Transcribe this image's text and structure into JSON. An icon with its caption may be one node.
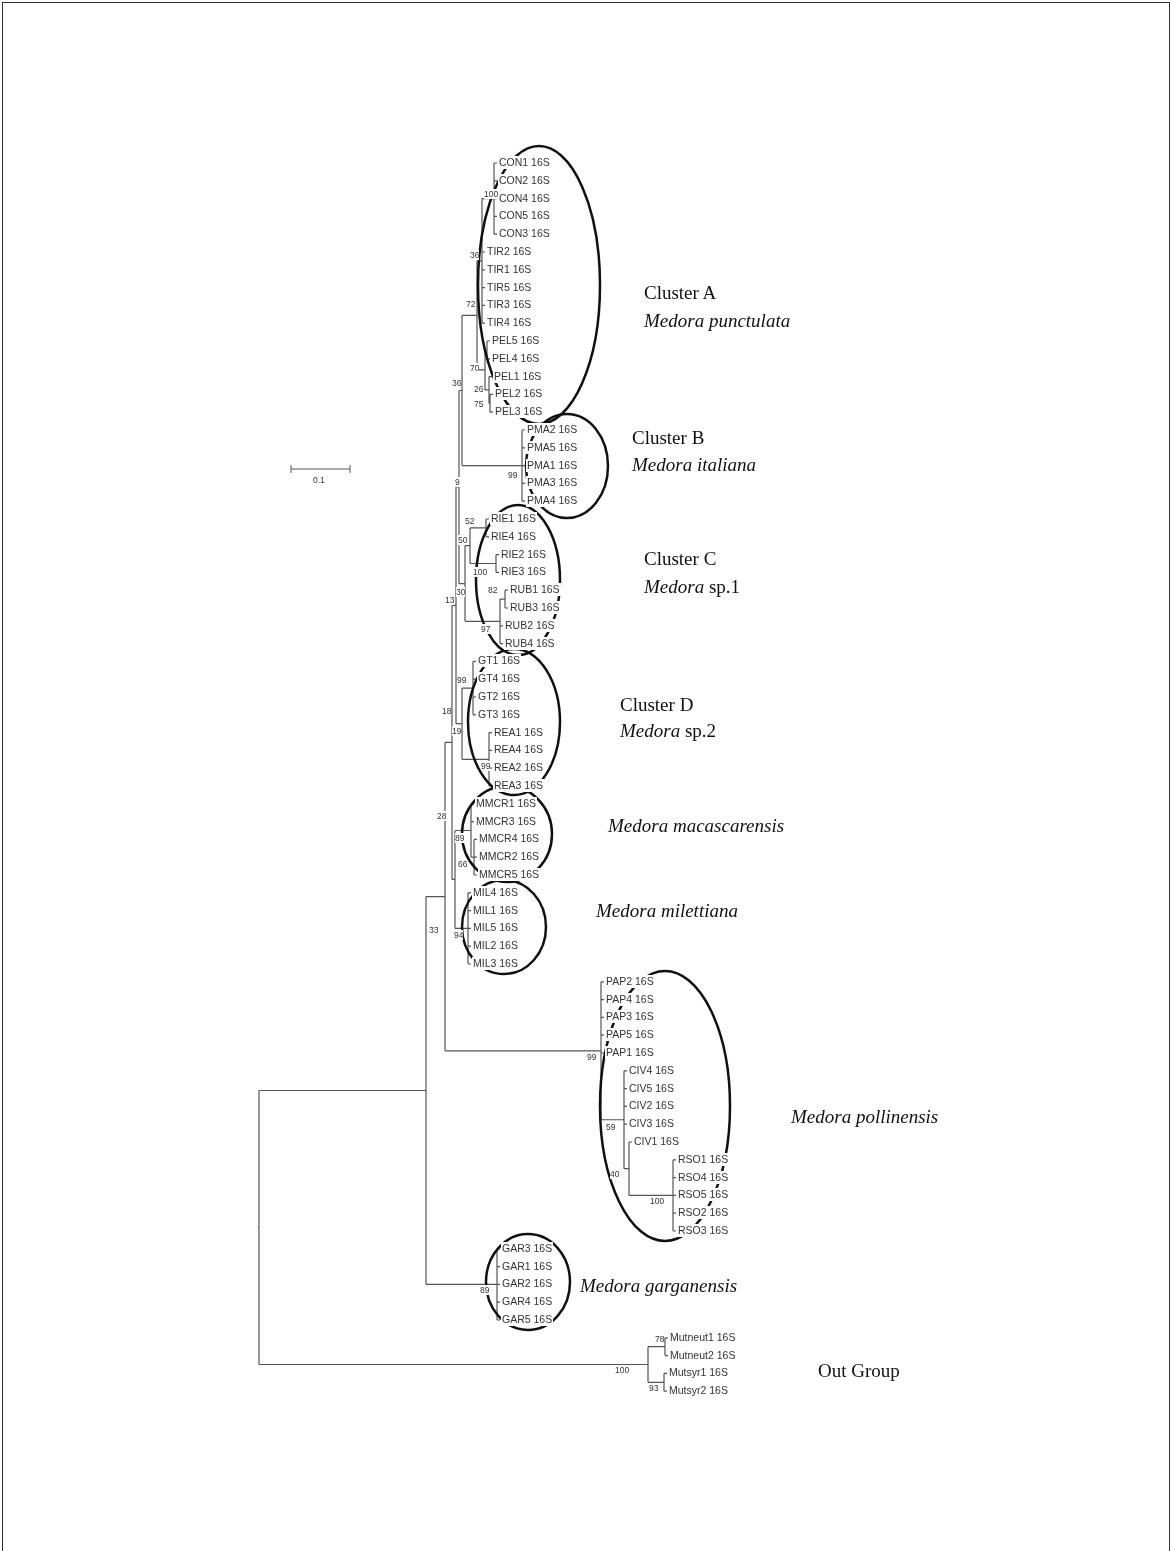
{
  "diagram": {
    "nodes": [
      {
        "text": [
          "CON1 16S",
          "CON2 16S",
          "CON4 16S",
          "CON5 16S",
          "CON3 16S",
          "TIR2 16S",
          "TIR1 16S",
          "TIR5 16S",
          "TIR3 16S",
          "TIR4 16S",
          "PEL5 16S",
          "PEL4 16S",
          "PEL1 16S",
          "PEL2 16S",
          "PEL3 16S"
        ],
        "beside": [
          "Cluster A",
          "Medora punctulata"
        ]
      },
      {
        "text": [
          "PMA2 16S",
          "PMA5 16S",
          "PMA1 16S",
          "PMA3 16S",
          "PMA4 16S"
        ],
        "beside": [
          "Cluster B",
          "Medora italiana"
        ]
      },
      {
        "text": [
          "RIE1 16S",
          "RIE4 16S",
          "RIE2 16S",
          "RIE3 16S",
          "RUB1 16S",
          "RUB3 16S",
          "RUB2 16S",
          "RUB4 16S"
        ],
        "beside": [
          "Cluster C",
          "*Medora* sp.1"
        ]
      },
      {
        "text": [
          "GT1 16S",
          "GT4 16S",
          "GT2 16S",
          "GT3 16S",
          "REA1 16S",
          "REA4 16S",
          "REA2 16S",
          "REA3 16S"
        ],
        "beside": [
          "Cluster D",
          "*Medora* sp.2"
        ]
      },
      {
        "text": [
          "MMCR1 16S",
          "MMCR3 16S",
          "MMCR4 16S",
          "MMCR2 16S",
          "MMCR5 16S"
        ],
        "beside": [
          "Medora macascarensis"
        ]
      },
      {
        "text": [
          "MIL4 16S",
          "MIL1 16S",
          "MIL5 16S",
          "MIL2 16S",
          "MIL3 16S"
        ],
        "beside": [
          "Medora milettiana"
        ]
      },
      {
        "text": [
          "PAP2 16S",
          "PAP4 16S",
          "PAP3 16S",
          "PAP5 16S",
          "PAP1 16S",
          "CIV4 16S",
          "CIV5 16S",
          "CIV2 16S",
          "CIV3 16S",
          "CIV1 16S",
          "RSO1 16S",
          "RSO4 16S",
          "RSO5 16S",
          "RSO2 16S",
          "RSO3 16S"
        ],
        "beside": [
          "Medora pollinensis"
        ]
      },
      {
        "text": [
          "GAR3 16S",
          "GAR1 16S",
          "GAR2 16S",
          "GAR4 16S",
          "GAR5 16S"
        ],
        "beside": [
          "Medora garganensis"
        ]
      }
    ],
    "edges": [],
    "labels": [
      "100",
      "36",
      "72",
      "70",
      "36",
      "26",
      "75",
      "99",
      "0.1",
      "9",
      "52",
      "50",
      "100",
      "30",
      "82",
      "13",
      "97",
      "99",
      "18",
      "19",
      "99",
      "28",
      "89",
      "66",
      "33",
      "94",
      "99",
      "59",
      "40",
      "100",
      "89",
      "Mutneut1 16S",
      "78",
      "Mutneut2 16S",
      "100",
      "Mutsyr1 16S",
      "Out Group",
      "Mutsyr2 16S",
      "93"
    ]
  }
}
